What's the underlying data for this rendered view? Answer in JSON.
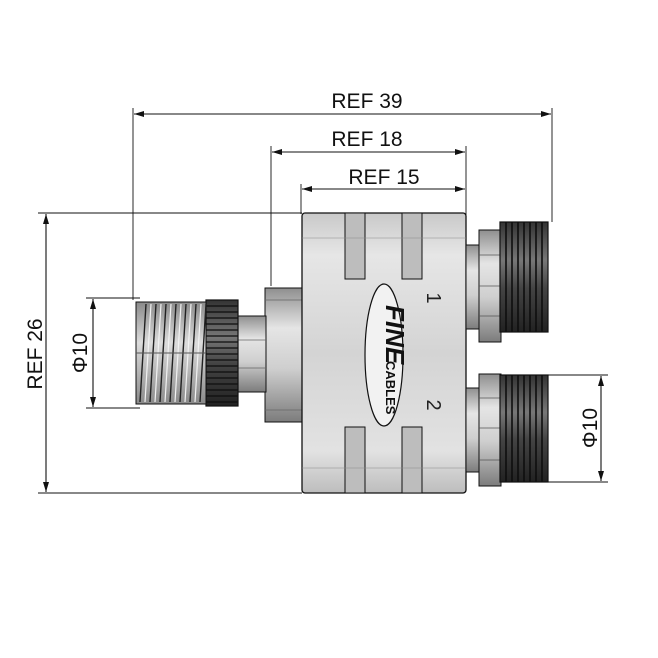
{
  "drawing": {
    "dimensions": {
      "overall_length": "REF 39",
      "body_to_ports": "REF 18",
      "body_length": "REF 15",
      "overall_height": "REF 26",
      "male_diameter": "Φ10",
      "female_diameter": "Φ10"
    },
    "ports": {
      "port_1": "1",
      "port_2": "2"
    },
    "logo": {
      "word1": "FINE",
      "word2": "CABLES"
    }
  },
  "colors": {
    "line": "#111111",
    "body_fill": "#d9d9d9",
    "body_dark": "#9a9a9a",
    "knurl_dark": "#1c1c1c",
    "thread": "#b5b5b5"
  }
}
